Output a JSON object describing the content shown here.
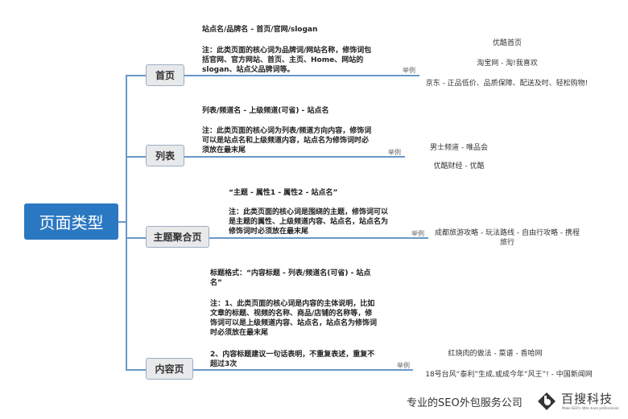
{
  "root": {
    "label": "页面类型"
  },
  "branches": [
    {
      "label": "首页",
      "format": "站点名/品牌名 - 首页/官网/slogan",
      "note": "注：此类页面的核心词为品牌词/网站名称，修饰词包括官网、官方网站、首页、主页、Home、网站的slogan、站点父品牌词等。",
      "example_label": "举例",
      "examples": [
        "优酷首页",
        "淘宝网 - 淘!我喜欢",
        "京东 - 正品低价、品质保障、配送及时、轻松购物!"
      ]
    },
    {
      "label": "列表",
      "format": "列表/频道名 - 上级频道(可省) - 站点名",
      "note": "注：此类页面的核心词为列表/频道方向内容，修饰词可以是站点名和上级频道内容，站点名为修饰词时必须放在最末尾",
      "example_label": "举例",
      "examples": [
        "男士频道 - 唯品会",
        "优酷财经 - 优酷"
      ]
    },
    {
      "label": "主题聚合页",
      "format": "“主题 - 属性1 - 属性2 - 站点名”",
      "note": "注：此类页面的核心词是围绕的主题，修饰词可以是主题的属性、上级频道内容、站点名，站点名为修饰词时必须放在最末尾",
      "example_label": "举例",
      "examples": [
        "成都旅游攻略 - 玩法路线 - 自由行攻略 - 携程旅行"
      ]
    },
    {
      "label": "内容页",
      "format": "标题格式：“内容标题 - 列表/频道名(可省) - 站点名”",
      "note": "注：1、此类页面的核心词是内容的主体说明，比如文章的标题、视频的名称、商品/店铺的名称等，修饰词可以是上级频道内容、站点名，站点名为修饰词时必须放在最末尾",
      "note2": "2、内容标题建议一句话表明，不重复表述，重复不超过3次",
      "example_label": "举例",
      "examples": [
        "红烧肉的做法 - 菜谱 - 香哈网",
        "18号台风“泰利”生成,或成今年“风王”! - 中国新闻网"
      ]
    }
  ],
  "footer": {
    "slogan": "专业的SEO外包服务公司",
    "logo_text": "百搜科技",
    "logo_tagline": "Make SEO's little more professional"
  },
  "colors": {
    "root": "#2b78c2",
    "line": "#6a98c8",
    "node_bg": "#e8e9eb"
  }
}
